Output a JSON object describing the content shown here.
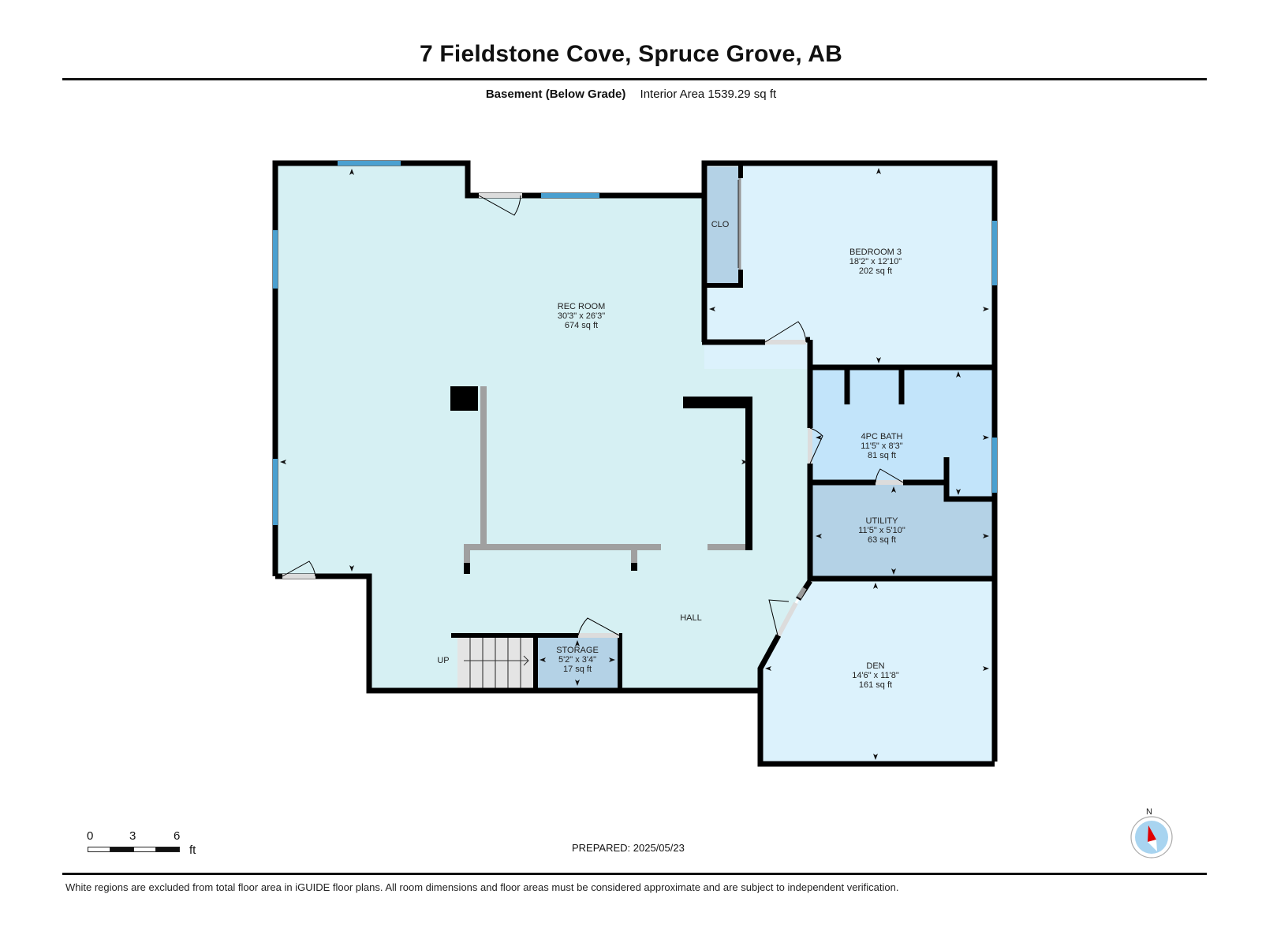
{
  "header": {
    "title": "7 Fieldstone Cove, Spruce Grove, AB",
    "level": "Basement (Below Grade)",
    "interior_area": "Interior Area 1539.29 sq ft"
  },
  "colors": {
    "wall": "#000000",
    "interior_wall": "#a0a0a0",
    "window": "#4aa0d0",
    "door_fill": "#dcdcdc",
    "rec_room_fill": "#d6f0f3",
    "bedroom_fill": "#dcf2fc",
    "bath_fill": "#c2e4fa",
    "utility_fill": "#b4d2e6",
    "closet_fill": "#b4d2e6",
    "storage_fill": "#b4d2e6",
    "den_fill": "#dcf2fc",
    "stairs_fill": "#e4e4e4",
    "compass_red": "#e00000",
    "compass_blue": "#a8d4f0"
  },
  "rooms": [
    {
      "name": "REC ROOM",
      "dims": "30'3\" x 26'3\"",
      "area": "674 sq ft"
    },
    {
      "name": "BEDROOM 3",
      "dims": "18'2\" x 12'10\"",
      "area": "202 sq ft"
    },
    {
      "name": "CLO"
    },
    {
      "name": "4PC BATH",
      "dims": "11'5\" x 8'3\"",
      "area": "81 sq ft"
    },
    {
      "name": "UTILITY",
      "dims": "11'5\" x 5'10\"",
      "area": "63 sq ft"
    },
    {
      "name": "DEN",
      "dims": "14'6\" x 11'8\"",
      "area": "161 sq ft"
    },
    {
      "name": "HALL"
    },
    {
      "name": "STORAGE",
      "dims": "5'2\" x 3'4\"",
      "area": "17 sq ft"
    },
    {
      "name": "UP"
    }
  ],
  "scale_bar": {
    "ticks": [
      "0",
      "3",
      "6"
    ],
    "unit": "ft"
  },
  "compass": {
    "label": "N"
  },
  "footer": {
    "prepared": "PREPARED: 2025/05/23",
    "disclaimer": "White regions are excluded from total floor area in iGUIDE floor plans. All room dimensions and floor areas must be considered approximate and are subject to independent verification."
  }
}
